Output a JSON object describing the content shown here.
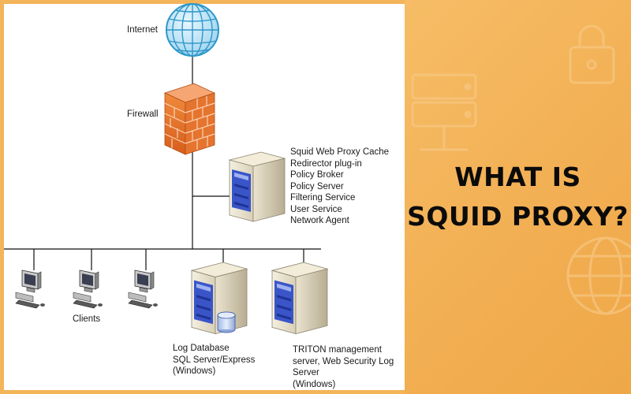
{
  "banner": {
    "line1": "WHAT IS",
    "line2": "SQUID PROXY?"
  },
  "diagram": {
    "internet_label": "Internet",
    "firewall_label": "Firewall",
    "clients_label": "Clients",
    "proxy_server_components": [
      "Squid Web Proxy Cache",
      "Redirector plug-in",
      "Policy Broker",
      "Policy Server",
      "Filtering Service",
      "User Service",
      "Network Agent"
    ],
    "log_database_lines": [
      "Log Database",
      "SQL Server/Express",
      "(Windows)"
    ],
    "triton_lines": [
      "TRITON management",
      "server, Web Security Log",
      "Server",
      "(Windows)"
    ]
  },
  "colors": {
    "banner_bg": "#f3b45a",
    "panel_bg": "#ffffff",
    "firewall": "#e8702a",
    "server_blue": "#3a55c8",
    "globe": "#3aa8d8"
  },
  "icons": [
    "globe-icon",
    "firewall-icon",
    "server-icon",
    "computer-icon",
    "database-icon",
    "lock-icon",
    "globe-outline-icon"
  ]
}
